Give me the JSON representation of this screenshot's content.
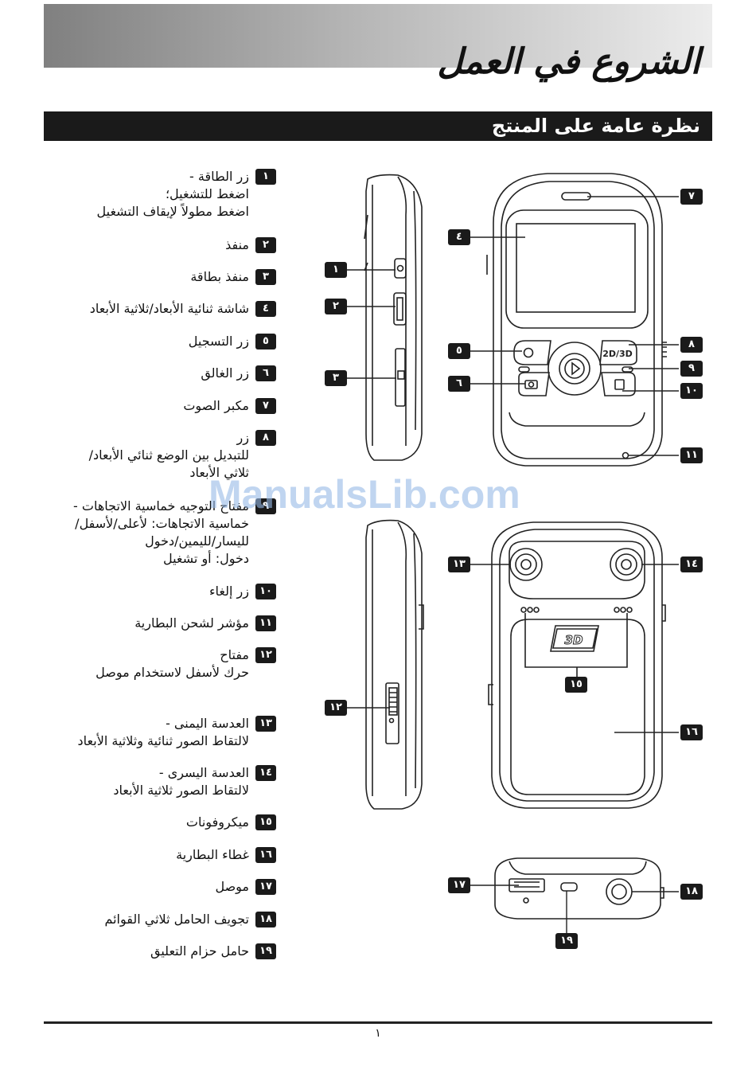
{
  "header": {
    "title": "الشروع في العمل",
    "section_title": "نظرة عامة على المنتج"
  },
  "items": [
    {
      "num": "١",
      "text": "زر الطاقة -\nاضغط للتشغيل؛\nاضغط مطولاً لإيقاف التشغيل"
    },
    {
      "num": "٢",
      "text": "منفذ"
    },
    {
      "num": "٣",
      "text": "منفذ بطاقة"
    },
    {
      "num": "٤",
      "text": "شاشة ثنائية الأبعاد/ثلاثية الأبعاد"
    },
    {
      "num": "٥",
      "text": "زر التسجيل"
    },
    {
      "num": "٦",
      "text": "زر الغالق"
    },
    {
      "num": "٧",
      "text": "مكبر الصوت"
    },
    {
      "num": "٨",
      "text": "زر\nللتبديل بين الوضع ثنائي الأبعاد/\nثلاثي الأبعاد"
    },
    {
      "num": "٩",
      "text": "مفتاح التوجيه خماسية الاتجاهات -\nخماسية الاتجاهات: لأعلى/لأسفل/\nلليسار/لليمين/دخول\nدخول:       أو تشغيل"
    },
    {
      "num": "١٠",
      "text": "زر إلغاء"
    },
    {
      "num": "١١",
      "text": "مؤشر          لشحن البطارية"
    },
    {
      "num": "١٢",
      "text": "مفتاح\nحرك لأسفل لاستخدام موصل"
    },
    {
      "num": "١٣",
      "text": "العدسة اليمنى -\nلالتقاط الصور ثنائية وثلاثية الأبعاد"
    },
    {
      "num": "١٤",
      "text": "العدسة اليسرى -\nلالتقاط الصور ثلاثية الأبعاد"
    },
    {
      "num": "١٥",
      "text": "ميكروفونات"
    },
    {
      "num": "١٦",
      "text": "غطاء البطارية"
    },
    {
      "num": "١٧",
      "text": "موصل"
    },
    {
      "num": "١٨",
      "text": "تجويف الحامل ثلاثي القوائم"
    },
    {
      "num": "١٩",
      "text": "حامل حزام التعليق"
    }
  ],
  "callouts": {
    "c1": "١",
    "c2": "٢",
    "c3": "٣",
    "c4": "٤",
    "c5": "٥",
    "c6": "٦",
    "c7": "٧",
    "c8": "٨",
    "c9": "٩",
    "c10": "١٠",
    "c11": "١١",
    "c12": "١٢",
    "c13": "١٣",
    "c14": "١٤",
    "c15": "١٥",
    "c16": "١٦",
    "c17": "١٧",
    "c18": "١٨",
    "c19": "١٩"
  },
  "device_labels": {
    "mode_button": "2D/3D",
    "battery_badge": "3D"
  },
  "watermark": "ManualsLib.com",
  "footer": {
    "page_number": "١"
  }
}
